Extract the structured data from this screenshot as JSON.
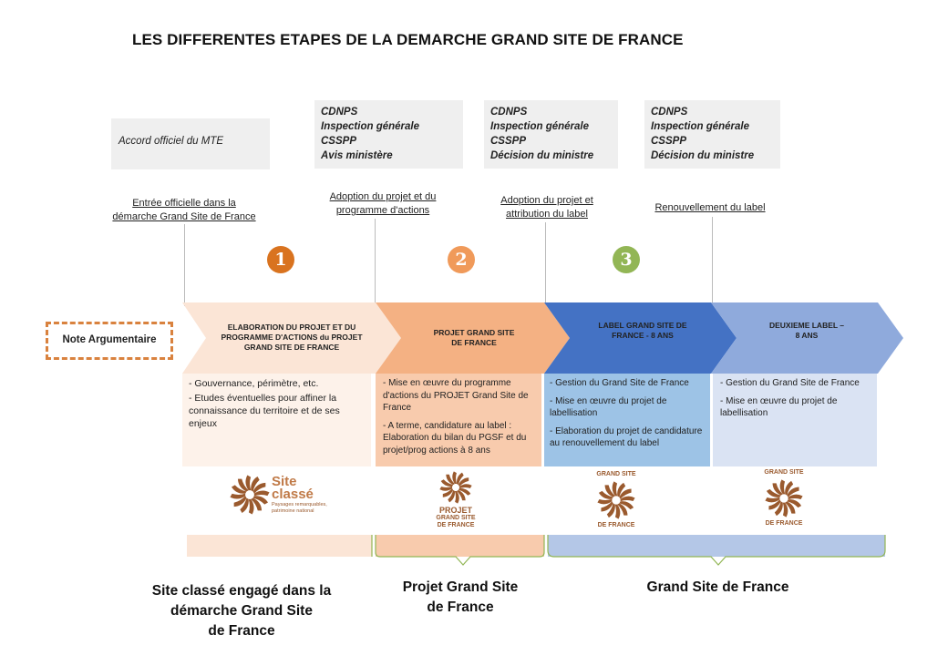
{
  "title": "LES DIFFERENTES ETAPES DE LA DEMARCHE GRAND SITE DE FRANCE",
  "authorities": {
    "mte": "Accord officiel du MTE",
    "step1": [
      "CDNPS",
      "Inspection générale",
      "CSSPP",
      "Avis ministère"
    ],
    "step2": [
      "CDNPS",
      "Inspection générale",
      "CSSPP",
      "Décision du ministre"
    ],
    "step3": [
      "CDNPS",
      "Inspection générale",
      "CSSPP",
      "Décision du ministre"
    ]
  },
  "milestones": {
    "m0": [
      "Entrée officielle dans la",
      "démarche Grand Site de France"
    ],
    "m1": [
      "Adoption du projet et du",
      "programme d'actions"
    ],
    "m2": [
      "Adoption du projet et",
      "attribution du label"
    ],
    "m3": [
      "Renouvellement du label"
    ]
  },
  "step_numbers": [
    "1",
    "2",
    "3"
  ],
  "note": "Note Argumentaire",
  "phases": [
    {
      "label": [
        "ELABORATION DU PROJET ET DU",
        "PROGRAMME D'ACTIONS du PROJET",
        "GRAND SITE DE FRANCE"
      ],
      "color": "#fbe5d6"
    },
    {
      "label": [
        "PROJET GRAND SITE",
        "DE FRANCE"
      ],
      "color": "#f4b183"
    },
    {
      "label": [
        "LABEL GRAND SITE DE",
        "FRANCE - 8 ANS"
      ],
      "color": "#4472c4"
    },
    {
      "label": [
        "DEUXIEME LABEL –",
        "8 ANS"
      ],
      "color": "#8faadc"
    }
  ],
  "descriptions": {
    "d1": [
      "- Gouvernance, périmètre, etc.",
      "- Etudes éventuelles pour affiner la connaissance du territoire et de ses enjeux"
    ],
    "d2": [
      "- Mise en œuvre du programme d'actions du PROJET Grand Site de France",
      "- A terme, candidature au label : Elaboration du bilan du PGSF et du projet/prog actions à 8 ans"
    ],
    "d3": [
      "- Gestion du Grand Site de France",
      "- Mise en œuvre du projet de labellisation",
      "- Elaboration du projet de candidature au renouvellement du label"
    ],
    "d4": [
      "- Gestion du Grand Site de France",
      "- Mise en œuvre du projet de labellisation"
    ]
  },
  "logos": {
    "l1": {
      "main": [
        "Site",
        "classé"
      ],
      "sub": [
        "Paysages remarquables,",
        "patrimoine national"
      ]
    },
    "l2": [
      "PROJET",
      "GRAND SITE",
      "DE FRANCE"
    ],
    "l3": [
      "GRAND SITE",
      "DE FRANCE"
    ],
    "l4": [
      "GRAND SITE",
      "DE FRANCE"
    ]
  },
  "bottom_labels": {
    "b1": [
      "Site classé engagé dans la",
      "démarche Grand Site",
      "de France"
    ],
    "b2": [
      "Projet Grand Site",
      "de France"
    ],
    "b3": [
      "Grand Site de France"
    ]
  },
  "colors": {
    "orange_dark": "#d9731f",
    "orange_light": "#f09a5a",
    "green": "#92b655",
    "brown_logo": "#9a5a2e"
  }
}
